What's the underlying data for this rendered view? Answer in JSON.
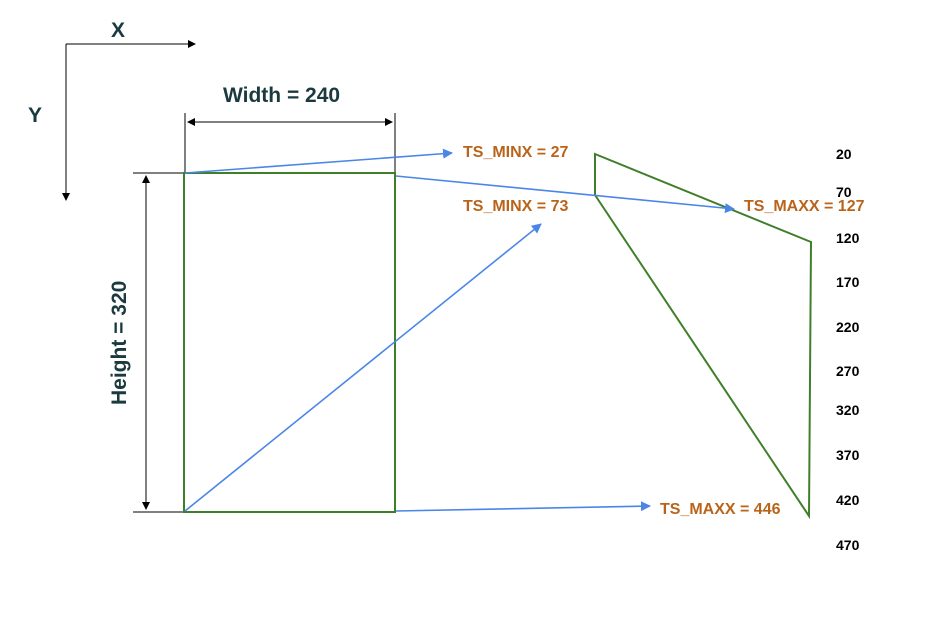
{
  "axes": {
    "x_label": "X",
    "y_label": "Y"
  },
  "dimensions": {
    "width_label": "Width = 240",
    "height_label": "Height = 320"
  },
  "labels": {
    "ts_minx_top": "TS_MINX = 27",
    "ts_minx_mid": "TS_MINX = 73",
    "ts_maxx_top": "TS_MAXX = 127",
    "ts_maxx_bottom": "TS_MAXX = 446"
  },
  "scale": [
    "20",
    "70",
    "120",
    "170",
    "220",
    "270",
    "320",
    "370",
    "420",
    "470"
  ],
  "colors": {
    "shape": "#3f7f2a",
    "arrow": "#4a86e8",
    "ts_label": "#b9641a",
    "dim_label": "#1b3a3f"
  }
}
